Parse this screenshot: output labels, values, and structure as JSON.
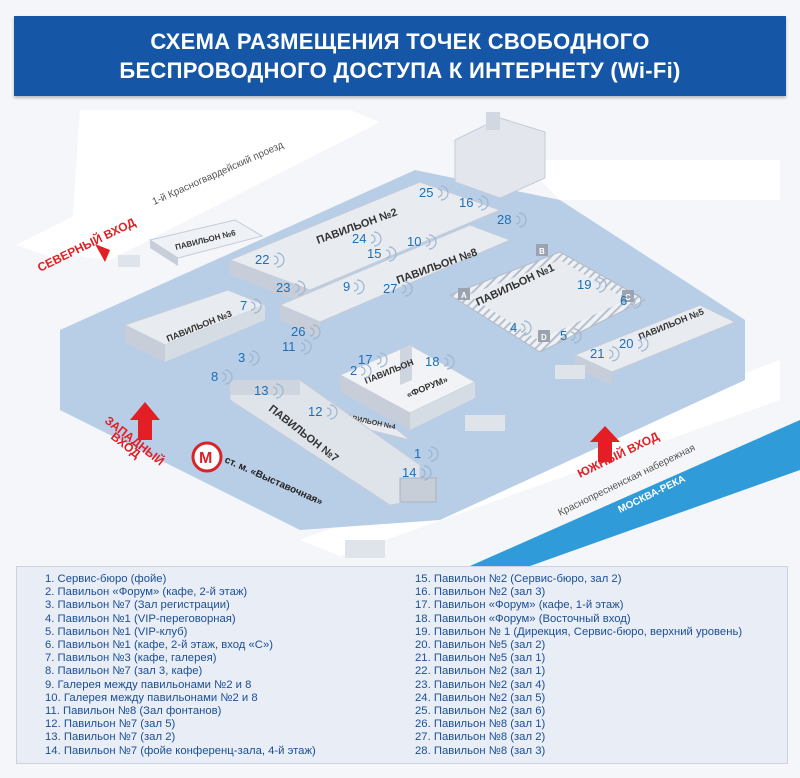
{
  "title": {
    "line1": "СХЕМА РАЗМЕЩЕНИЯ ТОЧЕК СВОБОДНОГО",
    "line2": "БЕСПРОВОДНОГО ДОСТУПА К ИНТЕРНЕТУ (Wi-Fi)"
  },
  "colors": {
    "brand": "#1656a6",
    "territory": "#b8cde6",
    "river": "#2f9bd8",
    "entrance": "#e31e24",
    "point": "#1b6fb8",
    "metro": "#d9232a"
  },
  "map": {
    "street_north": "1-й Красногвардейский проезд",
    "street_south": "Краснопресненская набережная",
    "river": "МОСКВА-РЕКА",
    "metro": "ст. м. «Выставочная»",
    "entrances": {
      "north": "СЕВЕРНЫЙ ВХОД",
      "west_1": "ЗАПАДНЫЙ",
      "west_2": "ВХОД",
      "south": "ЮЖНЫЙ ВХОД"
    },
    "pavilions": {
      "p1": "ПАВИЛЬОН №1",
      "p2": "ПАВИЛЬОН №2",
      "p3": "ПАВИЛЬОН №3",
      "p4": "ПАВИЛЬОН №4",
      "p5": "ПАВИЛЬОН №5",
      "p6": "ПАВИЛЬОН №6",
      "p7": "ПАВИЛЬОН №7",
      "p8": "ПАВИЛЬОН №8",
      "forum1": "ПАВИЛЬОН",
      "forum2": "«ФОРУМ»"
    },
    "building_letters": {
      "a": "A",
      "b": "B",
      "c": "C",
      "d": "D"
    }
  },
  "points": [
    "1",
    "2",
    "3",
    "4",
    "5",
    "6",
    "7",
    "8",
    "9",
    "10",
    "11",
    "12",
    "13",
    "14",
    "15",
    "16",
    "17",
    "18",
    "19",
    "20",
    "21",
    "22",
    "23",
    "24",
    "25",
    "26",
    "27",
    "28"
  ],
  "legend": [
    "1. Сервис-бюро (фойе)",
    "2. Павильон «Форум» (кафе, 2-й этаж)",
    "3. Павильон №7 (Зал регистрации)",
    "4. Павильон №1 (VIP-переговорная)",
    "5. Павильон №1 (VIP-клуб)",
    "6. Павильон №1 (кафе, 2-й этаж, вход «С»)",
    "7. Павильон №3 (кафе, галерея)",
    "8. Павильон №7 (зал 3, кафе)",
    "9. Галерея между павильонами №2 и 8",
    "10. Галерея между павильонами №2 и 8",
    "11. Павильон №8 (Зал фонтанов)",
    "12. Павильон №7 (зал 5)",
    "13. Павильон №7 (зал 2)",
    "14. Павильон №7 (фойе конференц-зала, 4-й этаж)",
    "15. Павильон №2 (Сервис-бюро, зал 2)",
    "16. Павильон №2 (зал 3)",
    "17. Павильон «Форум» (кафе, 1-й этаж)",
    "18. Павильон «Форум» (Восточный вход)",
    "19. Павильон № 1 (Дирекция, Сервис-бюро, верхний уровень)",
    "20. Павильон №5 (зал 2)",
    "21. Павильон №5 (зал 1)",
    "22. Павильон №2 (зал 1)",
    "23. Павильон №2 (зал 4)",
    "24. Павильон №2 (зал 5)",
    "25. Павильон №2 (зал 6)",
    "26. Павильон №8 (зал 1)",
    "27. Павильон №8 (зал 2)",
    "28. Павильон №8 (зал 3)"
  ]
}
